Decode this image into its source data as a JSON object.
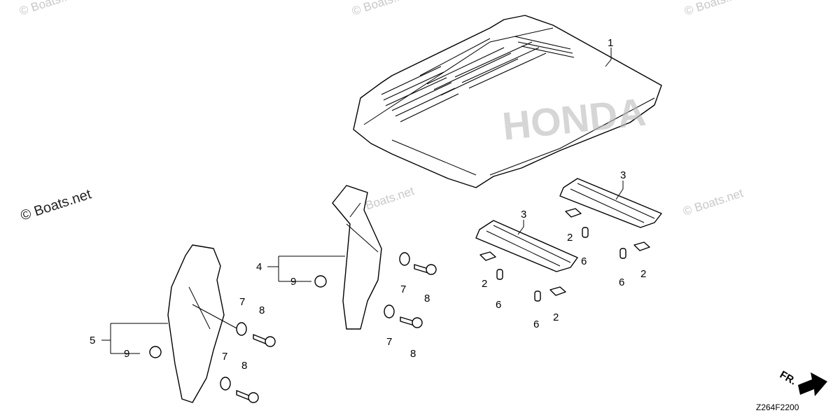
{
  "watermarks": {
    "top_left": "© Boats.net",
    "top_middle": "© Boats.net",
    "top_right": "© Boats.net",
    "left": "© Boats.net",
    "center": "© Boats.net",
    "right": "© Boats.net"
  },
  "brand_text": "HONDA",
  "callouts": {
    "c1": "1",
    "c2a": "2",
    "c2b": "2",
    "c2c": "2",
    "c2d": "2",
    "c3a": "3",
    "c3b": "3",
    "c4": "4",
    "c5": "5",
    "c6a": "6",
    "c6b": "6",
    "c6c": "6",
    "c6d": "6",
    "c7a": "7",
    "c7b": "7",
    "c7c": "7",
    "c7d": "7",
    "c8a": "8",
    "c8b": "8",
    "c8c": "8",
    "c8d": "8",
    "c9a": "9",
    "c9b": "9"
  },
  "direction_label": "FR.",
  "diagram_code": "Z264F2200"
}
